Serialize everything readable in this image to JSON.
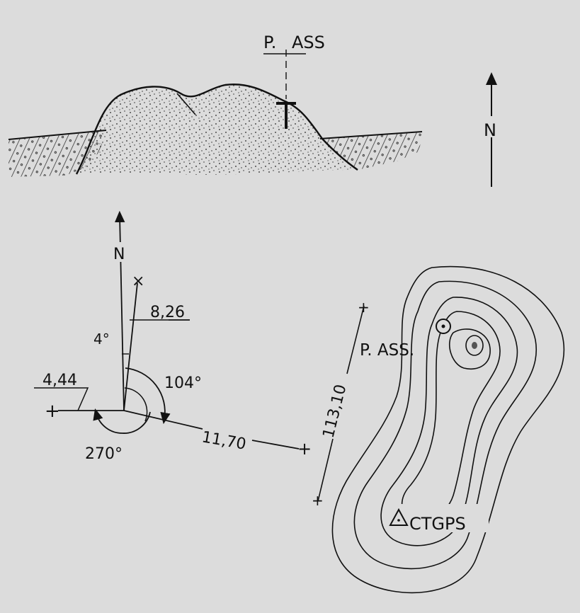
{
  "profile": {
    "pass_label_left": "P.",
    "pass_label_right": "ASS",
    "north": "N"
  },
  "bearings": {
    "north": "N",
    "angle_north_offset": "4°",
    "angle_east": "104°",
    "angle_west": "270°",
    "dist_north": "8,26",
    "dist_west": "4,44",
    "dist_east": "11,70"
  },
  "plan": {
    "baseline": "113,10",
    "pass_label": "P. ASS.",
    "ctgps_label": "CTGPS"
  },
  "colors": {
    "background": "#dcdcdc",
    "ink": "#111111"
  }
}
